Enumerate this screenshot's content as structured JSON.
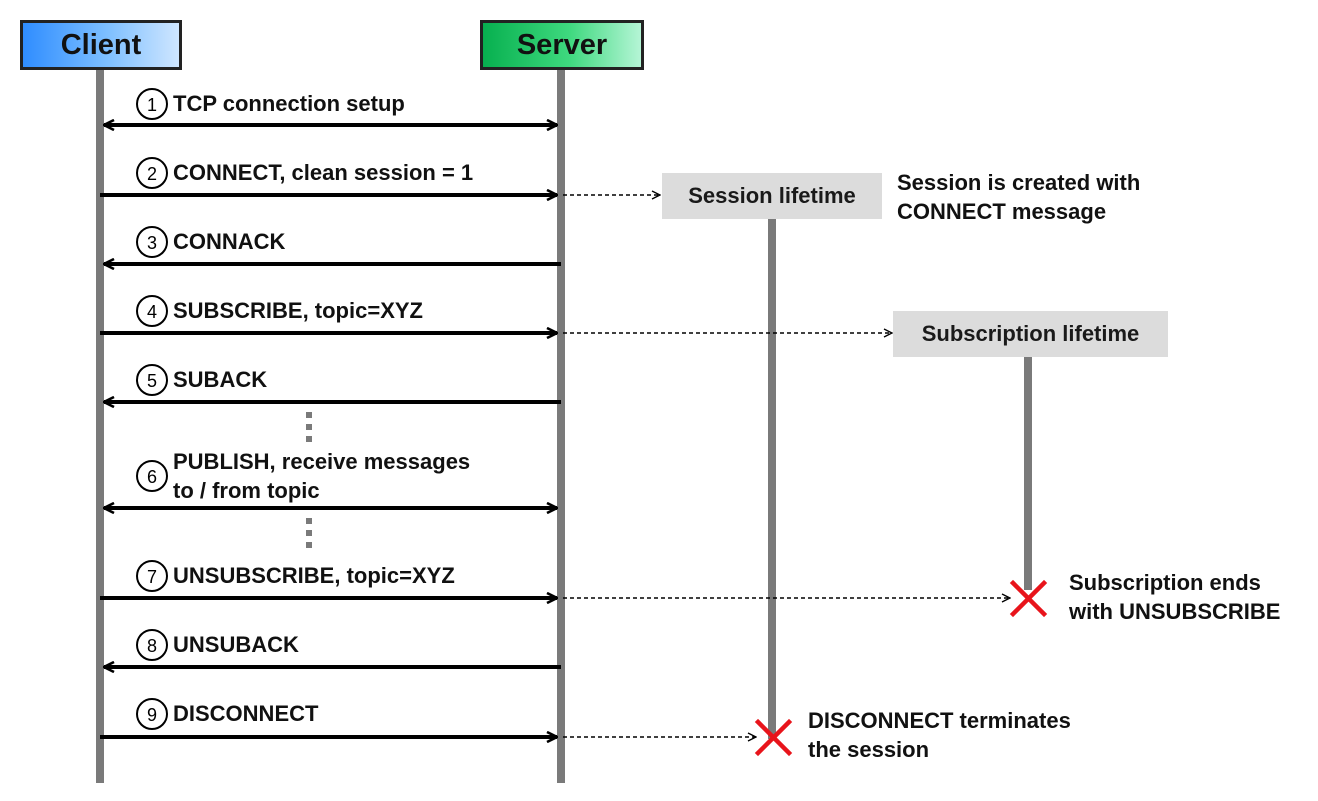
{
  "lifelines": {
    "client": "Client",
    "server": "Server"
  },
  "steps": [
    {
      "number": "1",
      "label": "TCP connection setup",
      "direction": "both"
    },
    {
      "number": "2",
      "label": "CONNECT, clean session = 1",
      "direction": "to-server"
    },
    {
      "number": "3",
      "label": "CONNACK",
      "direction": "to-client"
    },
    {
      "number": "4",
      "label": "SUBSCRIBE, topic=XYZ",
      "direction": "to-server"
    },
    {
      "number": "5",
      "label": "SUBACK",
      "direction": "to-client"
    },
    {
      "number": "6",
      "label_lines": [
        "PUBLISH, receive messages",
        "to / from topic"
      ],
      "direction": "both"
    },
    {
      "number": "7",
      "label": "UNSUBSCRIBE, topic=XYZ",
      "direction": "to-server"
    },
    {
      "number": "8",
      "label": "UNSUBACK",
      "direction": "to-client"
    },
    {
      "number": "9",
      "label": "DISCONNECT",
      "direction": "to-server"
    }
  ],
  "lifetimes": {
    "session": "Session lifetime",
    "subscription": "Subscription lifetime"
  },
  "notes": {
    "session_created": [
      "Session is created with",
      "CONNECT message"
    ],
    "subscription_ends": [
      "Subscription ends",
      "with UNSUBSCRIBE"
    ],
    "disconnect_terminates": [
      "DISCONNECT terminates",
      "the session"
    ]
  },
  "colors": {
    "lifeline": "#7a7a7a",
    "arrow": "#000000",
    "end_marker": "#e8141b",
    "lifetime_box": "#dcdcdc"
  }
}
